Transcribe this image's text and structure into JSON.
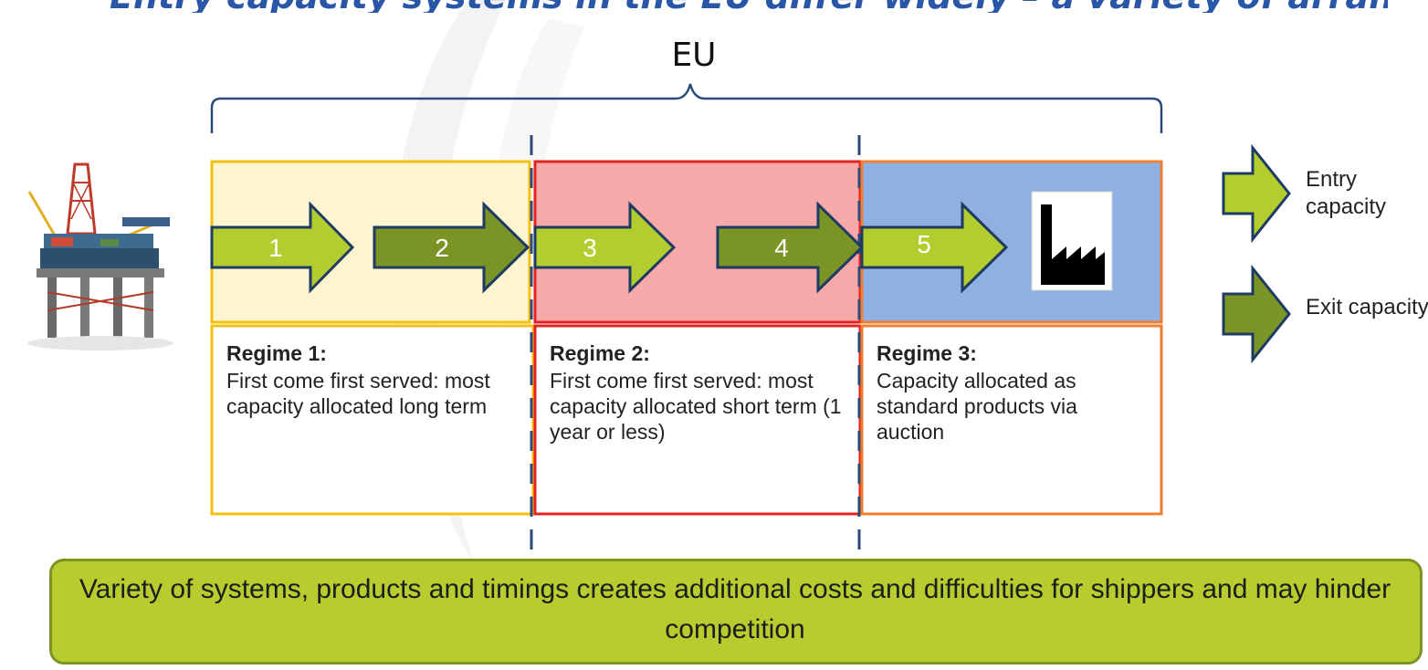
{
  "title_fragment": "Entry capacity systems in the EU differ widely – a variety of arrangements",
  "eu_label": "EU",
  "arrows": [
    {
      "num": "1",
      "type": "entry"
    },
    {
      "num": "2",
      "type": "exit"
    },
    {
      "num": "3",
      "type": "entry"
    },
    {
      "num": "4",
      "type": "exit"
    },
    {
      "num": "5",
      "type": "entry"
    }
  ],
  "regimes": [
    {
      "title": "Regime 1:",
      "desc": "First come first served: most capacity allocated long term",
      "fill": "#fdf5cf",
      "border": "#f2c10f"
    },
    {
      "title": "Regime 2:",
      "desc": "First come first served: most capacity allocated short term (1 year or less)",
      "fill": "#f5a9a9",
      "border": "#e52222"
    },
    {
      "title": "Regime 3:",
      "desc": "Capacity allocated as standard products via auction",
      "fill": "#8eb0e3",
      "border": "#f07f2f"
    }
  ],
  "legend": [
    {
      "label": "Entry capacity",
      "type": "entry"
    },
    {
      "label": "Exit capacity",
      "type": "exit"
    }
  ],
  "summary": "Variety of systems, products and timings creates additional costs and difficulties for shippers and may hinder competition",
  "colors": {
    "entry_arrow": "#b4cd2e",
    "exit_arrow": "#7a9426",
    "arrow_outline": "#1f3a63",
    "bracket": "#2c4a7a",
    "divider": "#2c4a7a",
    "summary_fill": "#b6cc2f",
    "title": "#2a56a8"
  },
  "icons": [
    "offshore-platform-icon",
    "factory-icon"
  ]
}
